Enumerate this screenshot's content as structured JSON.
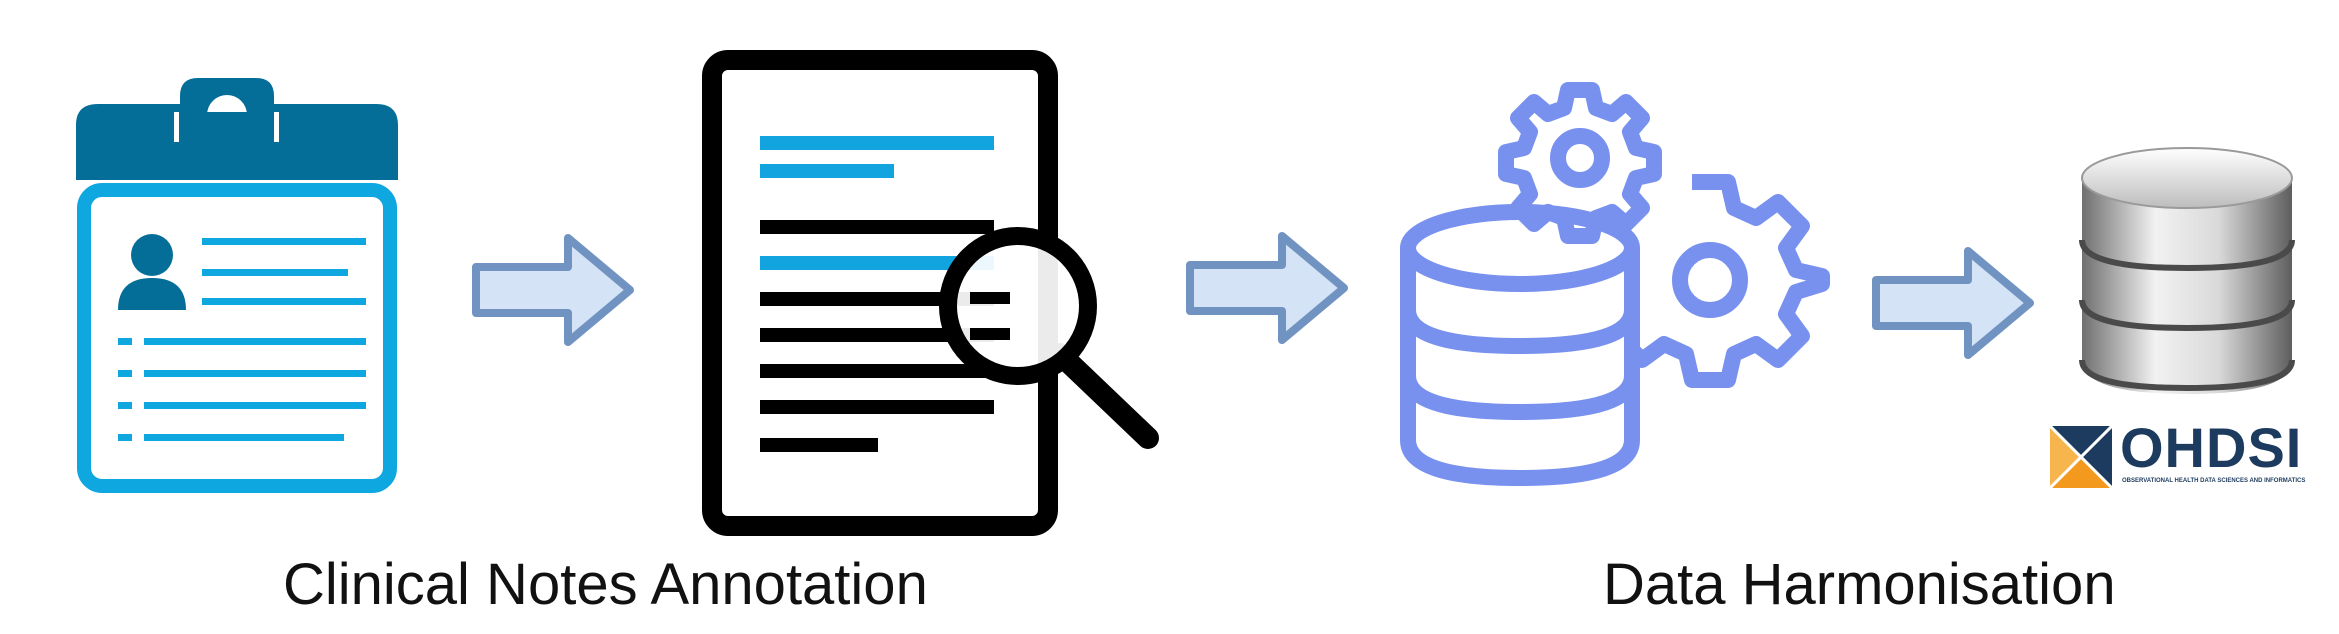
{
  "captions": {
    "left": "Clinical Notes Annotation",
    "right": "Data Harmonisation"
  },
  "logo": {
    "text": "OHDSI",
    "subtext": "OBSERVATIONAL HEALTH DATA SCIENCES AND INFORMATICS"
  },
  "icons": [
    "clipboard-patient-record-icon",
    "document-magnifier-icon",
    "database-gears-icon",
    "database-cylinder-icon",
    "arrow-right-icon"
  ],
  "colors": {
    "clipboard_dark": "#046e98",
    "clipboard_light": "#0ea7e0",
    "doc_accent": "#12a4de",
    "gear_db": "#7891ef",
    "arrow_fill": "#d4e3f5",
    "arrow_stroke": "#7193c2",
    "ohdsi_navy": "#1d3b5e",
    "ohdsi_orange": "#f39a1e"
  }
}
